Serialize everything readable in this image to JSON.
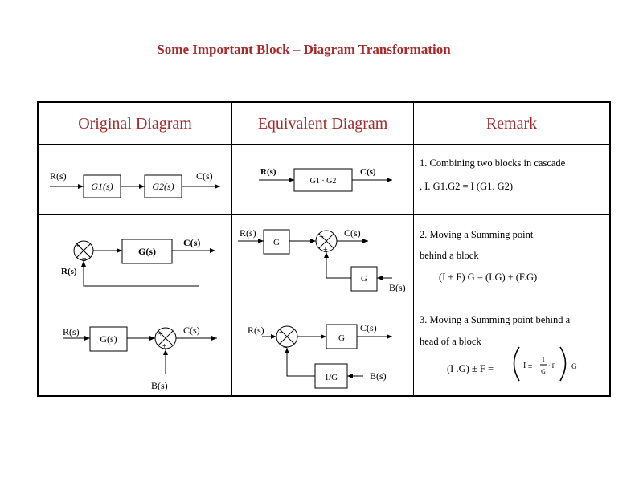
{
  "title": "Some Important Block – Diagram Transformation",
  "headers": {
    "original": "Original Diagram",
    "equivalent": "Equivalent Diagram",
    "remark": "Remark"
  },
  "rows": [
    {
      "remark": {
        "line1": "1. Combining two blocks in cascade",
        "line2": ", I. G1.G2 = I (G1. G2)"
      },
      "original": {
        "input": "R(s)",
        "block1": "G1(s)",
        "block2": "G2(s)",
        "output": "C(s)"
      },
      "equivalent": {
        "input": "R(s)",
        "block": "G1 · G2",
        "output": "C(s)"
      }
    },
    {
      "remark": {
        "line1": "2. Moving a Summing point",
        "line2": "behind a block",
        "formula": "(I ± F) G = (I.G) ± (F.G)"
      },
      "original": {
        "input": "R(s)",
        "block": "G(s)",
        "output": "C(s)",
        "sign1": "+",
        "sign2": "±"
      },
      "equivalent": {
        "input": "R(s)",
        "block1": "G",
        "block2": "G",
        "output": "C(s)",
        "feed": "B(s)",
        "sign1": "+",
        "sign2": "±"
      }
    },
    {
      "remark": {
        "line1": "3. Moving a Summing point behind a",
        "line2": "head of a block",
        "formula_left": "(I .G) ± F =",
        "formula_mid": "I ±",
        "frac_num": "1",
        "frac_den": "G",
        "frac_tail": "· F",
        "formula_right": "G"
      },
      "original": {
        "input": "R(s)",
        "block": "G(s)",
        "output": "C(s)",
        "feed": "B(s)",
        "sign1": "+",
        "sign2": "±"
      },
      "equivalent": {
        "input": "R(s)",
        "block1": "G",
        "block2": "1/G",
        "output": "C(s)",
        "feed": "B(s)",
        "sign1": "+",
        "sign2": "±"
      }
    }
  ]
}
